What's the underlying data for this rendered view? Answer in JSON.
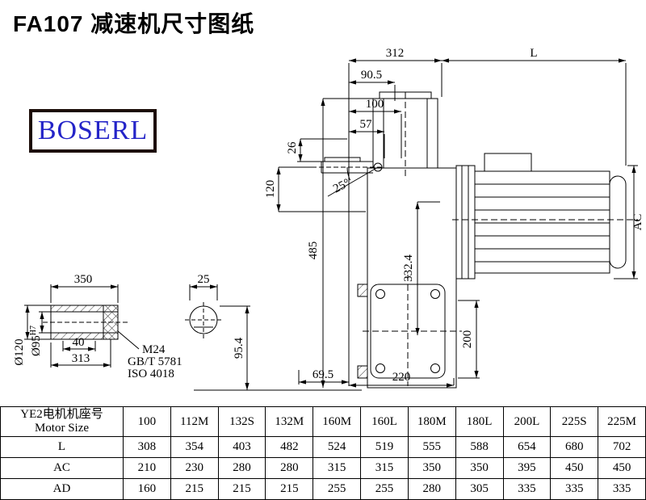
{
  "page": {
    "title": "FA107 减速机尺寸图纸",
    "logo": "BOSERL"
  },
  "dims": {
    "d312": "312",
    "L": "L",
    "d90_5": "90.5",
    "d100": "100",
    "d57": "57",
    "d26": "26",
    "d120": "120",
    "a25": "25°",
    "d485": "485",
    "d332_4": "332.4",
    "AC": "AC",
    "d200": "200",
    "d69_5": "69.5",
    "d220": "220",
    "d350": "350",
    "d25": "25",
    "d40": "40",
    "d313": "313",
    "m24": "M24",
    "gbt": "GB/T 5781",
    "iso": "ISO 4018",
    "dia120": "Ø120",
    "dia95": "Ø95",
    "dia95sup": "H7",
    "d95_4": "95.4"
  },
  "table": {
    "header_cn": "YE2电机机座号",
    "header_en": "Motor Size",
    "columns": [
      "100",
      "112M",
      "132S",
      "132M",
      "160M",
      "160L",
      "180M",
      "180L",
      "200L",
      "225S",
      "225M"
    ],
    "rows": [
      {
        "label": "L",
        "values": [
          "308",
          "354",
          "403",
          "482",
          "524",
          "519",
          "555",
          "588",
          "654",
          "680",
          "702"
        ]
      },
      {
        "label": "AC",
        "values": [
          "210",
          "230",
          "280",
          "280",
          "315",
          "315",
          "350",
          "350",
          "395",
          "450",
          "450"
        ]
      },
      {
        "label": "AD",
        "values": [
          "160",
          "215",
          "215",
          "215",
          "255",
          "255",
          "280",
          "305",
          "335",
          "335",
          "335"
        ]
      }
    ]
  }
}
